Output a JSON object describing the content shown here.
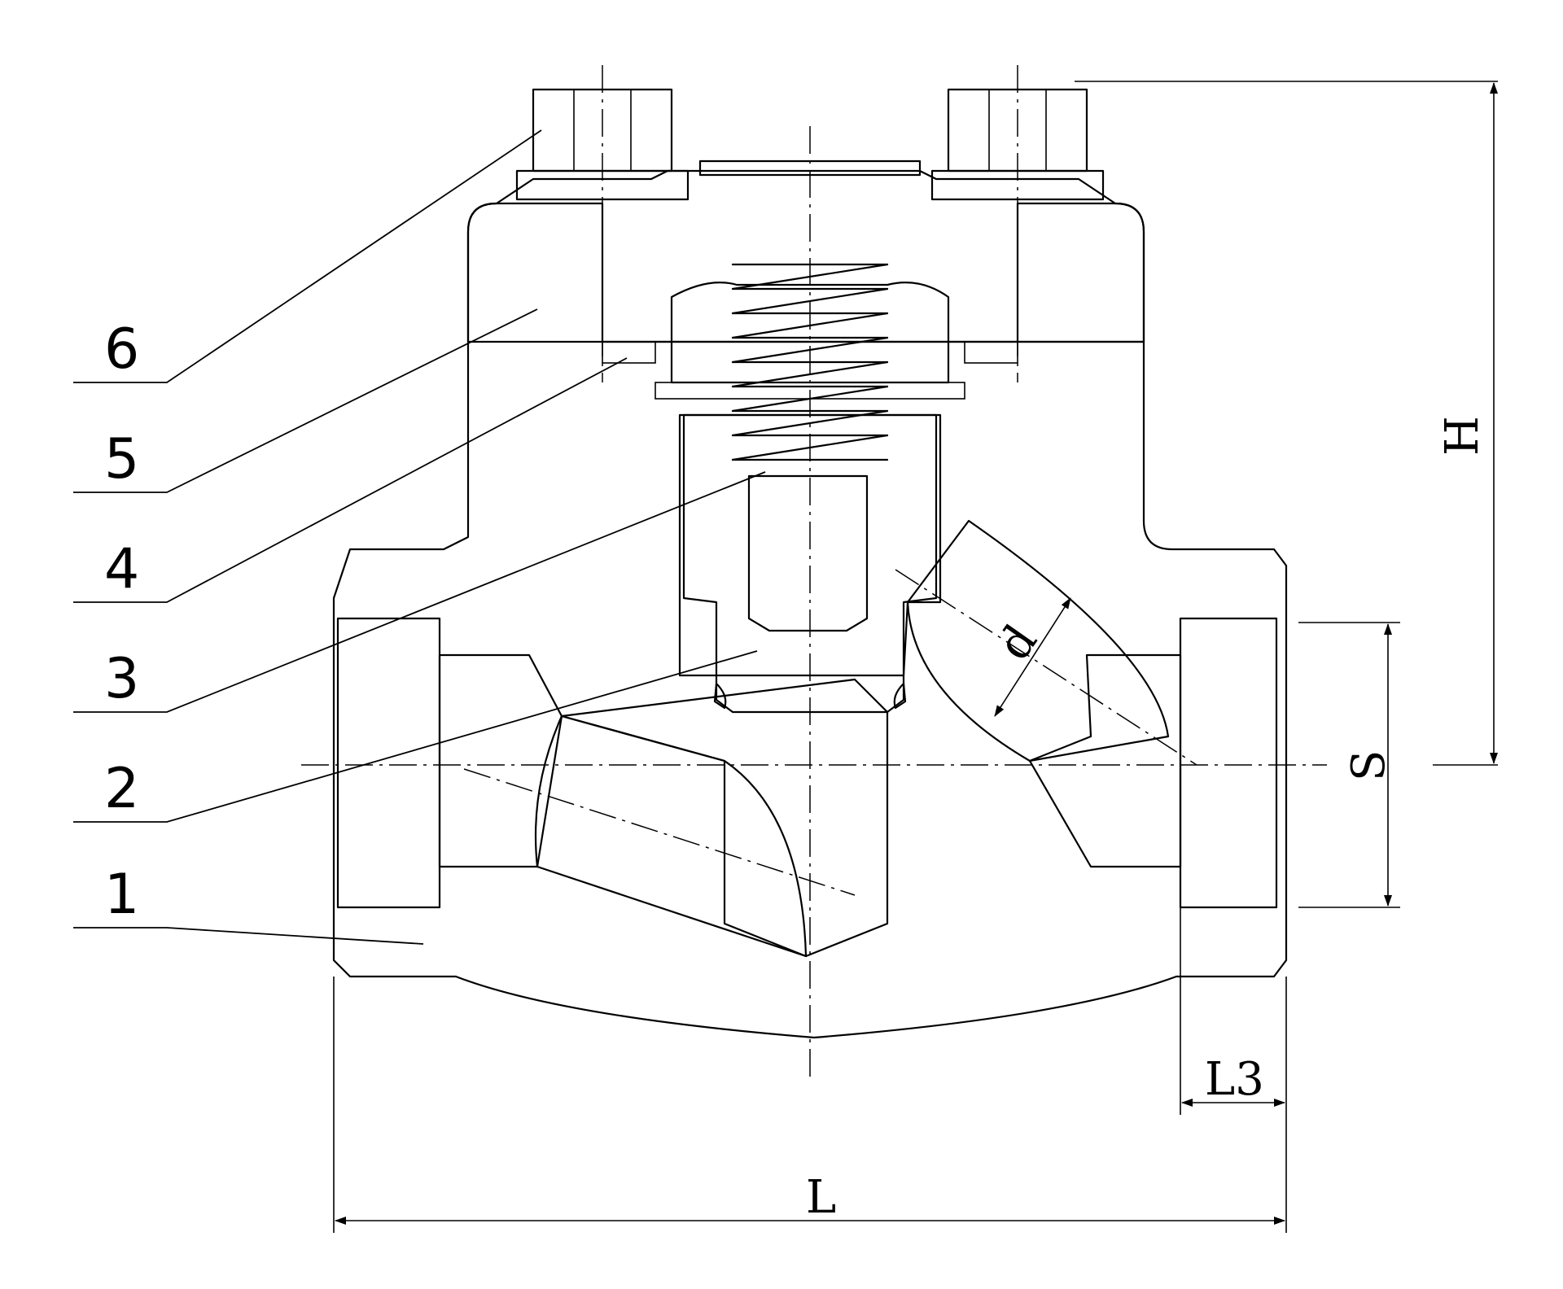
{
  "part_labels": [
    {
      "id": "6",
      "text": "6"
    },
    {
      "id": "5",
      "text": "5"
    },
    {
      "id": "4",
      "text": "4"
    },
    {
      "id": "3",
      "text": "3"
    },
    {
      "id": "2",
      "text": "2"
    },
    {
      "id": "1",
      "text": "1"
    }
  ],
  "dimension_labels": {
    "H": "H",
    "S": "S",
    "d": "d",
    "L": "L",
    "L3": "L3"
  }
}
